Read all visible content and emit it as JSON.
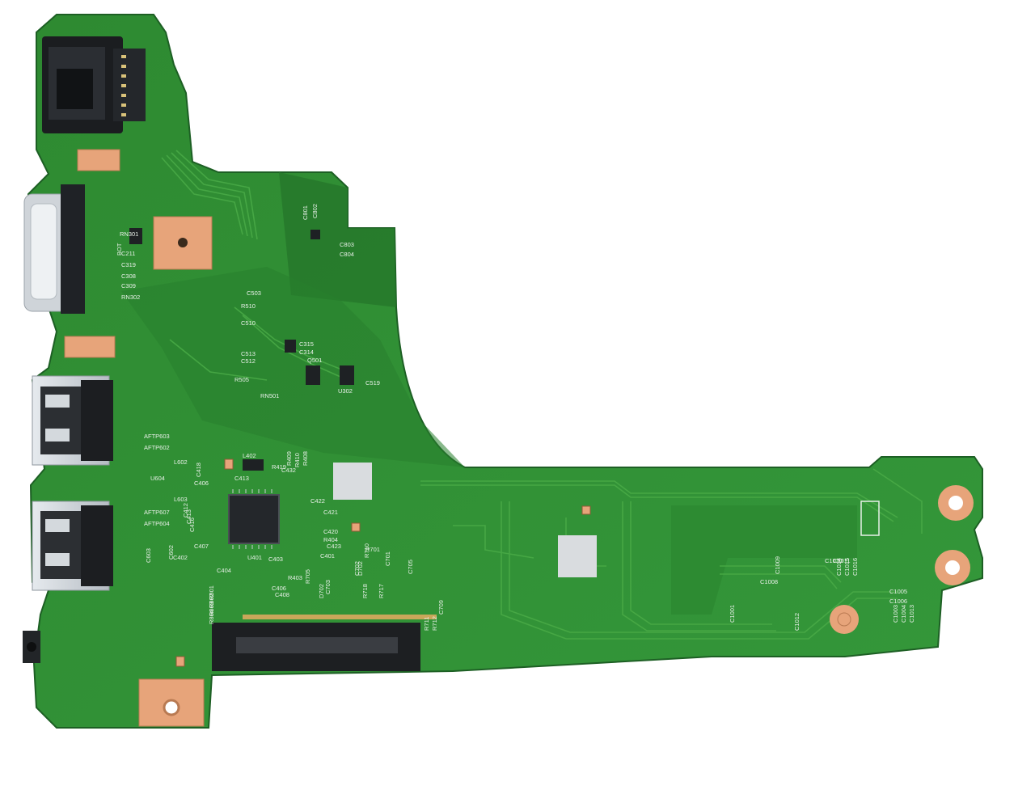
{
  "image": {
    "subject": "pcb-io-board",
    "background": "#ffffff",
    "colors": {
      "pcb_main": "#2f8f33",
      "pcb_dark": "#1f6e2a",
      "pcb_light": "#3aa33c",
      "trace": "#4fb14a",
      "silkscreen": "#e8f0e8",
      "copper_pad": "#e7a47a",
      "metal": "#c9cfd4",
      "connector_black": "#1d1f22",
      "chip": "#24272b"
    }
  },
  "silkscreen_labels": [
    "C211",
    "C319",
    "C308",
    "C309",
    "RN302",
    "RN301",
    "C801",
    "C802",
    "C803",
    "C804",
    "C503",
    "R510",
    "C510",
    "C513",
    "C512",
    "C315",
    "C314",
    "Q501",
    "R505",
    "RN501",
    "U302",
    "C519",
    "AFTP603",
    "AFTP602",
    "AFTP607",
    "AFTP604",
    "L602",
    "U604",
    "L603",
    "C406",
    "C418",
    "C412",
    "C413",
    "C416",
    "L402",
    "C413",
    "R419",
    "C432",
    "R409",
    "R410",
    "R408",
    "C422",
    "C421",
    "C420",
    "C423",
    "C401",
    "R404",
    "C407",
    "C402",
    "C404",
    "U401",
    "C403",
    "R403",
    "C406",
    "C408",
    "C603",
    "C602",
    "R801",
    "R802",
    "R803",
    "R804",
    "R705",
    "D702",
    "C703",
    "C702",
    "R701",
    "R710",
    "D702",
    "R718",
    "R717",
    "R711",
    "R712",
    "C701",
    "C705",
    "C709",
    "C1009",
    "C1008",
    "C1005",
    "C1006",
    "C1010",
    "C1011",
    "C1012",
    "C1001",
    "C1003",
    "C1004",
    "C1013",
    "C1014",
    "C1015",
    "C1016",
    "BOT"
  ]
}
